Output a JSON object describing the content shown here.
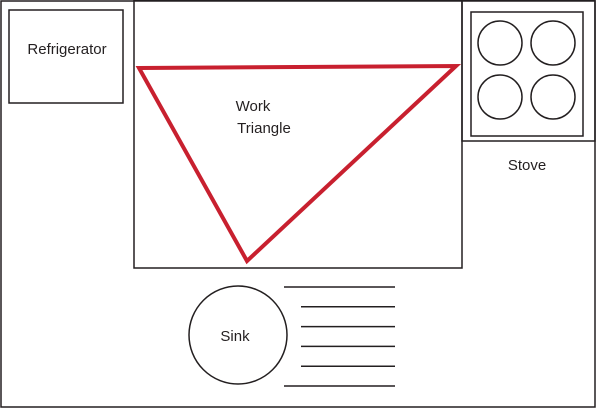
{
  "labels": {
    "refrigerator": "Refrigerator",
    "work_triangle_line1": "Work",
    "work_triangle_line2": "Triangle",
    "stove": "Stove",
    "sink": "Sink"
  },
  "colors": {
    "outline": "#231f20",
    "triangle": "#c8202f",
    "background": "#ffffff"
  },
  "counts": {
    "stove_burners": 4,
    "counter_lines": 6
  }
}
